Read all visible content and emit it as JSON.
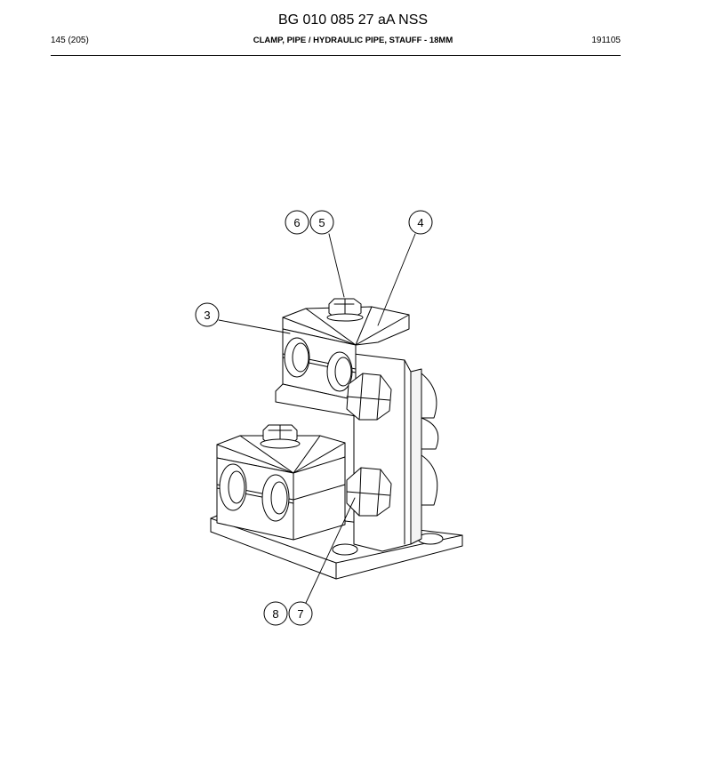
{
  "header": {
    "doc_title": "BG 010 085 27 aA NSS",
    "page_num": "145 (205)",
    "part_desc": "CLAMP, PIPE / HYDRAULIC PIPE, STAUFF - 18MM",
    "date_code": "191105"
  },
  "callouts": {
    "c6": "6",
    "c5": "5",
    "c4": "4",
    "c3": "3",
    "c8": "8",
    "c7": "7"
  }
}
